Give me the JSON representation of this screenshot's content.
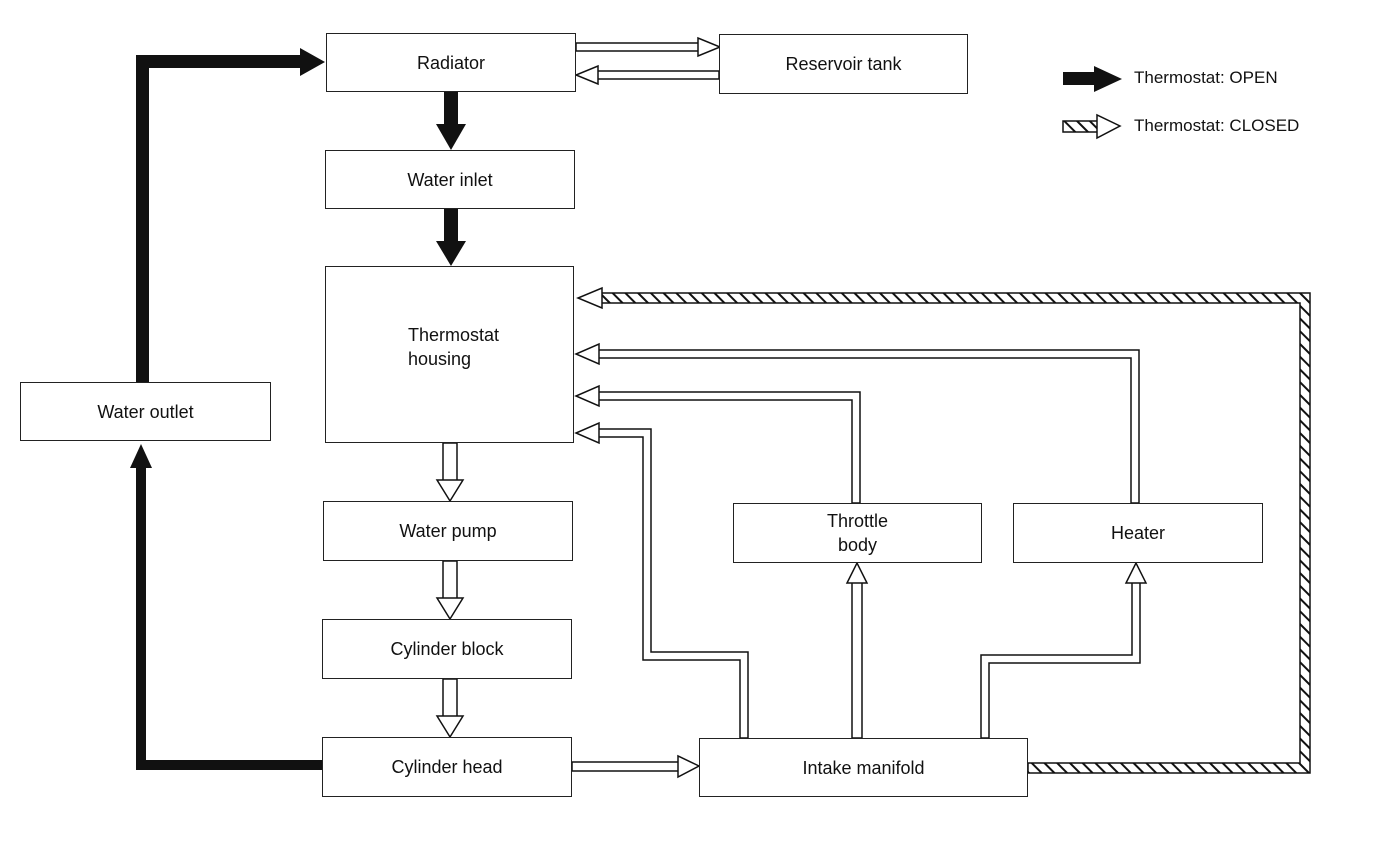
{
  "boxes": {
    "radiator": "Radiator",
    "reservoir_tank": "Reservoir tank",
    "water_inlet": "Water inlet",
    "thermostat_housing": "Thermostat\nhousing",
    "water_outlet": "Water outlet",
    "water_pump": "Water pump",
    "cylinder_block": "Cylinder block",
    "cylinder_head": "Cylinder head",
    "throttle_body": "Throttle\nbody",
    "heater": "Heater",
    "intake_manifold": "Intake manifold"
  },
  "legend": {
    "open_label": "Thermostat: OPEN",
    "closed_label": "Thermostat: CLOSED"
  },
  "colors": {
    "line": "#111111",
    "background": "#ffffff"
  }
}
